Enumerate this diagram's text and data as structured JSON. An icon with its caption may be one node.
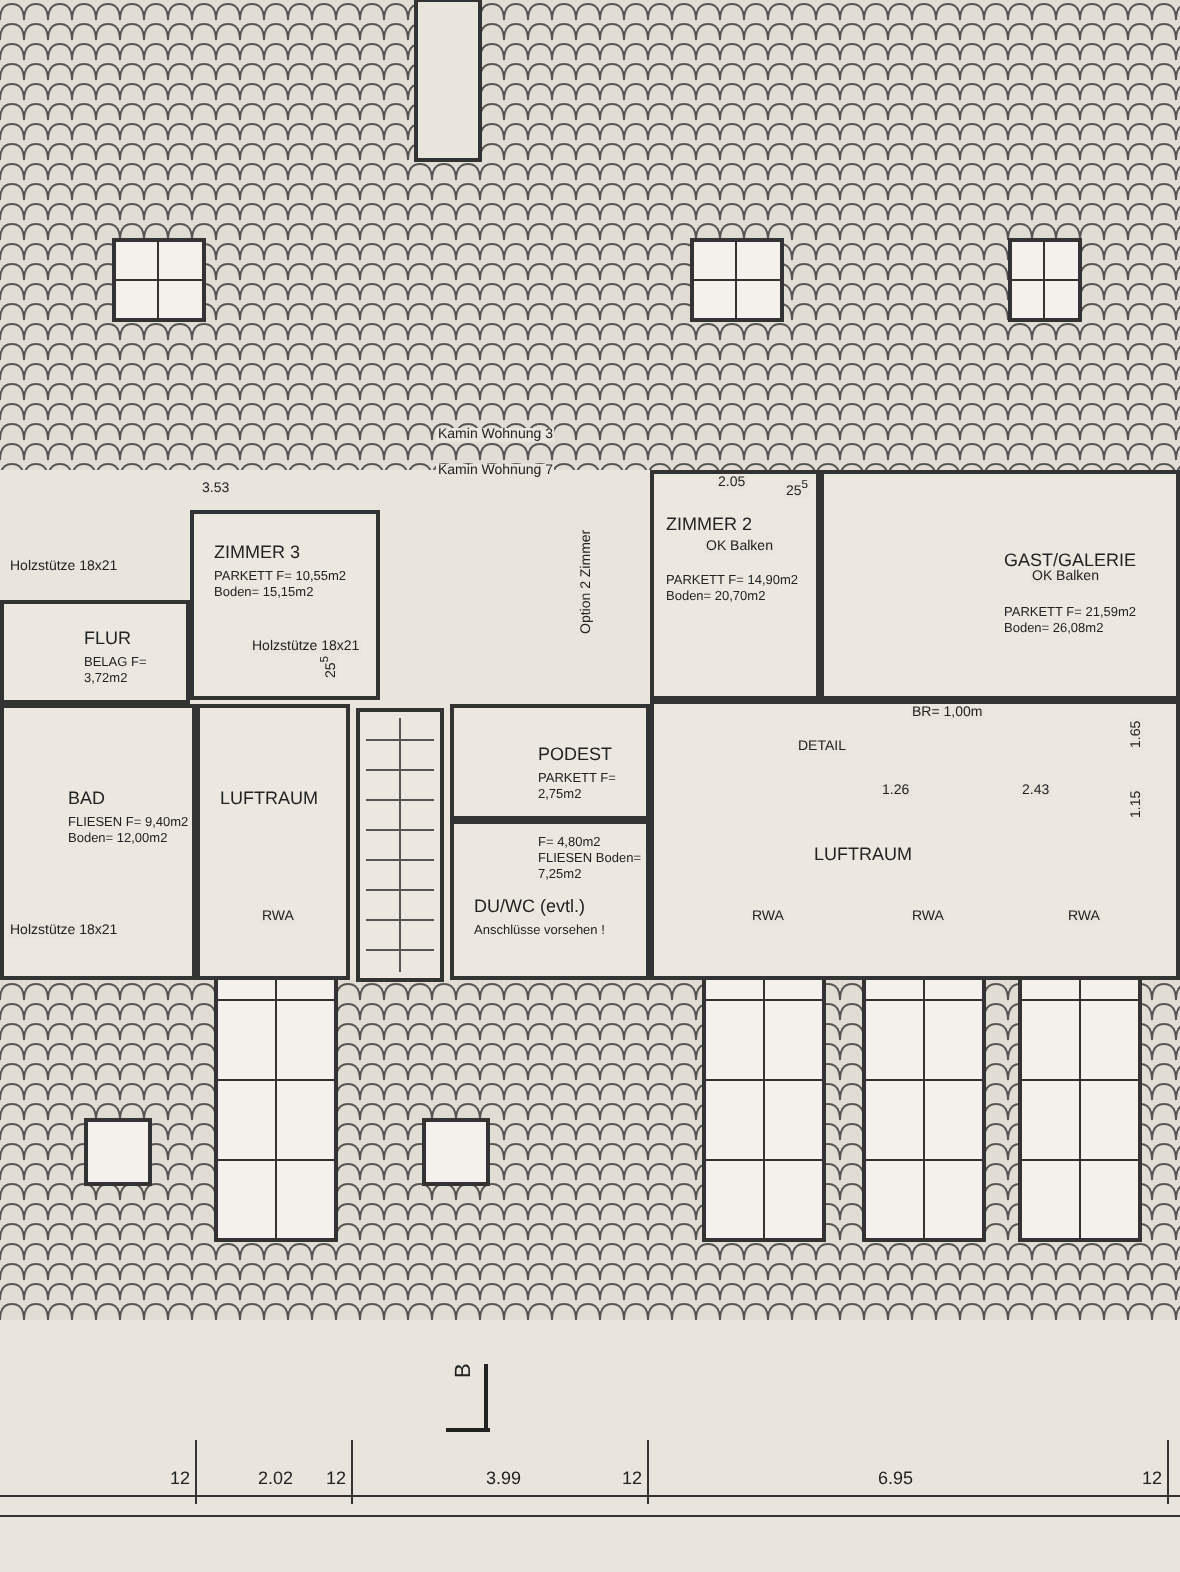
{
  "diagram": {
    "nodes": [
      {
        "text": [
          "ZIMMER 3",
          "PARKETT F= 10,55m2 Boden= 15,15m2"
        ]
      },
      {
        "text": [
          "FLUR",
          "BELAG F= 3,72m2"
        ]
      },
      {
        "text": [
          "BAD",
          "FLIESEN F= 9,40m2 Boden= 12,00m2"
        ]
      },
      {
        "text": [
          "LUFTRAUM"
        ]
      },
      {
        "text": [
          "PODEST",
          "PARKETT F= 2,75m2"
        ]
      },
      {
        "text": [
          "F= 4,80m2 FLIESEN Boden= 7,25m2",
          "DU/WC (evtl.)",
          "Anschlüsse vorsehen !"
        ]
      },
      {
        "text": [
          "ZIMMER 2",
          "PARKETT F= 14,90m2 Boden= 20,70m2"
        ]
      },
      {
        "text": [
          "GAST/GALERIE",
          "PARKETT F= 21,59m2 Boden= 26,08m2"
        ]
      },
      {
        "text": [
          "LUFTRAUM"
        ]
      }
    ],
    "edges": [],
    "labels": [
      "Kamin Wohnung 3",
      "Kamin Wohnung 7",
      "3.53",
      "Holzstütze 18x21",
      "Holzstütze 18x21",
      "Holzstütze 18x21",
      "Option 2 Zimmer",
      "OK Balken",
      "OK Balken",
      "2.05",
      "25$^{5}$",
      "25$^{5}$",
      "DETAIL",
      "BR= 1,00m",
      "1.26",
      "2.43",
      "1.65",
      "1.15",
      "RWA",
      "RWA",
      "RWA",
      "RWA",
      "B",
      "12",
      "2.02",
      "12",
      "3.99",
      "12",
      "6.95",
      "12"
    ]
  }
}
